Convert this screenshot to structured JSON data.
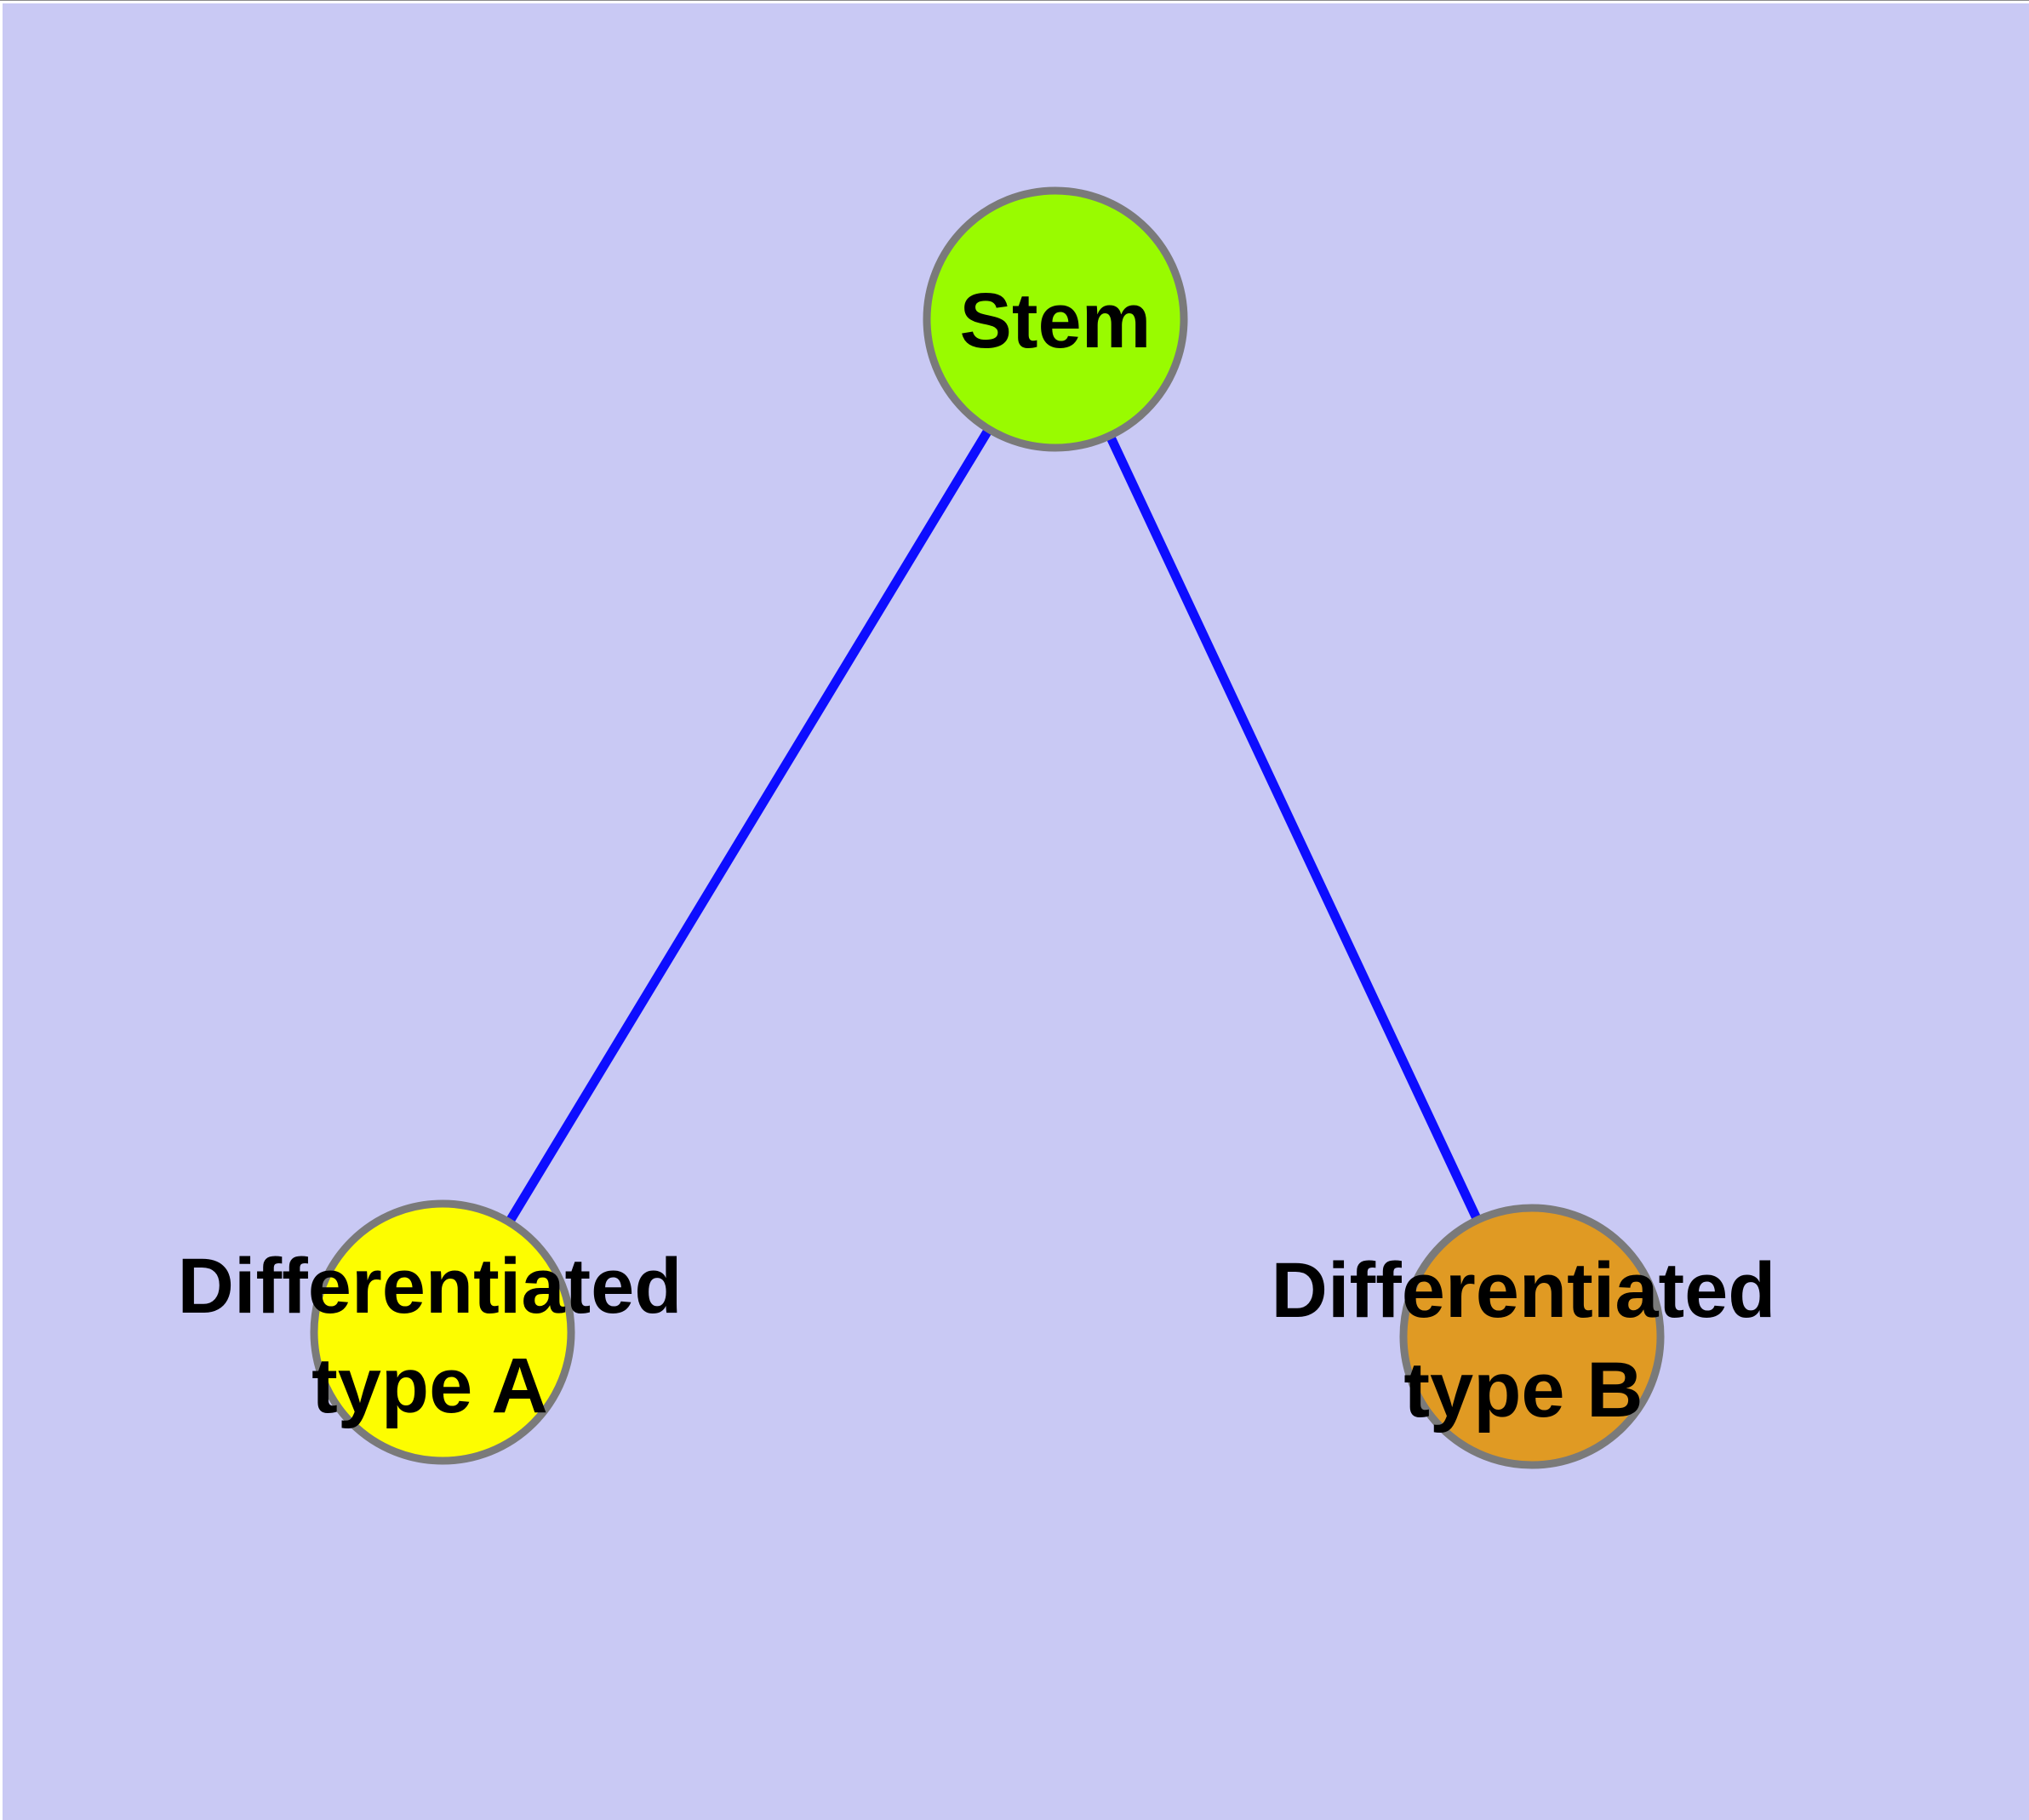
{
  "diagram": {
    "background_color": "#c9c9f4",
    "top_edge_line_color": "#8a8a8a",
    "window_border_color": "#ffffff",
    "edge_color": "#0d0dff",
    "node_border_color": "#7a7a7a",
    "label_color": "#000000",
    "nodes": [
      {
        "id": "stem",
        "label": "Stem",
        "fill_color": "#99fb00"
      },
      {
        "id": "differentiated-type-a",
        "label_line1": "Differentiated",
        "label_line2": "type A",
        "fill_color": "#fdfd00"
      },
      {
        "id": "differentiated-type-b",
        "label_line1": "Differentiated",
        "label_line2": "type B",
        "fill_color": "#e09a23"
      }
    ],
    "edges": [
      {
        "from": "Stem",
        "to": "Differentiated type A"
      },
      {
        "from": "Stem",
        "to": "Differentiated type B"
      }
    ]
  }
}
